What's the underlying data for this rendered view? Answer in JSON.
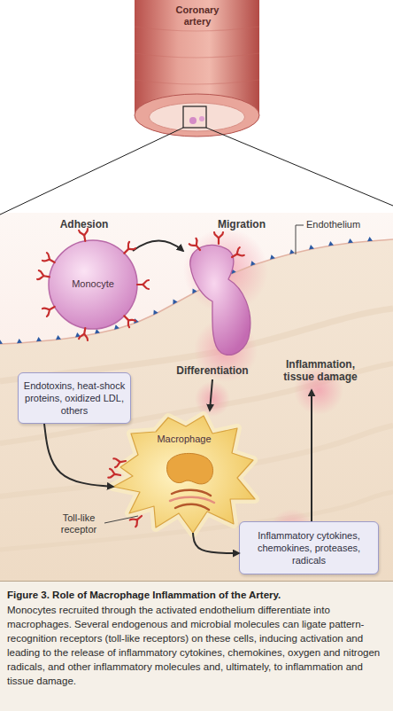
{
  "diagram": {
    "title": "Figure 3. Role of Macrophage Inflammation of the Artery.",
    "caption": "Monocytes recruited through the activated endothelium differentiate into macrophages. Several endogenous and microbial molecules can ligate pattern-recognition receptors (toll-like receptors) on these cells, inducing activation and leading to the release of inflammatory cytokines, chemokines, oxygen and nitrogen radicals, and other inflammatory molecules and, ultimately, to inflammation and tissue damage.",
    "nodes": [
      {
        "text": [
          "Coronary artery"
        ]
      },
      {
        "text": [
          "Monocyte"
        ]
      },
      {
        "text": [
          "Endotoxins, heat-shock proteins, oxidized LDL, others"
        ]
      },
      {
        "text": [
          "Macrophage"
        ]
      },
      {
        "text": [
          "Inflammatory cytokines, chemokines, proteases, radicals"
        ]
      }
    ],
    "edges": [
      {
        "from": 2,
        "to": 3,
        "arrow": "to"
      },
      {
        "from": 3,
        "to": 4,
        "arrow": "to"
      }
    ],
    "labels": [
      "Adhesion",
      "Migration",
      "Endothelium",
      "Differentiation",
      "Inflammation, tissue damage",
      "Toll-like receptor"
    ]
  }
}
